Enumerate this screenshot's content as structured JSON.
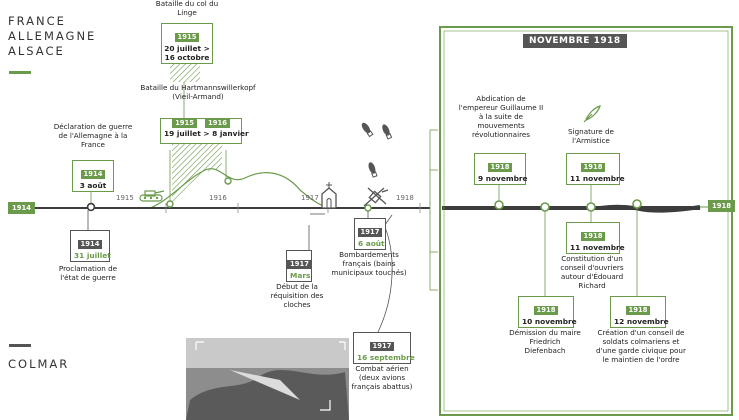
{
  "regions": {
    "top": [
      "FRANCE",
      "ALLEMAGNE",
      "ALSACE"
    ],
    "bottom": "COLMAR"
  },
  "timeline": {
    "start_tag": "1914",
    "end_tag": "1918",
    "years": [
      "1915",
      "1916",
      "1917",
      "1918"
    ]
  },
  "events_top": {
    "linge": {
      "title": "Bataille du col du Linge",
      "year": "1915",
      "date": "20 juillet > 16 octobre"
    },
    "hartmann": {
      "title": "Bataille du Hartmannswillerkopf (Vieil-Armand)",
      "year1": "1915",
      "year2": "1916",
      "date": "19 juillet > 8 janvier"
    },
    "declaration": {
      "title": "Déclaration de guerre de l'Allemagne à la France",
      "year": "1914",
      "date": "3 août"
    }
  },
  "events_bottom": {
    "proclamation": {
      "year": "1914",
      "date": "31 juillet",
      "title": "Proclamation de l'état de guerre"
    },
    "requisition": {
      "year": "1917",
      "date": "Mars",
      "title": "Début de la réquisition des cloches"
    },
    "bombardements": {
      "year": "1917",
      "date": "6 août",
      "title": "Bombardements français (bains municipaux touchés)"
    },
    "combat": {
      "year": "1917",
      "date": "16 septembre",
      "title": "Combat aérien (deux avions français abattus)"
    }
  },
  "panel": {
    "title": "NOVEMBRE 1918",
    "abdication": {
      "title": "Abdication de l'empereur Guillaume II à la suite de mouvements révolutionnaires",
      "year": "1918",
      "date": "9 novembre"
    },
    "armistice": {
      "title": "Signature de l'Armistice",
      "year": "1918",
      "date": "11 novembre"
    },
    "conseil_ouvriers": {
      "year": "1918",
      "date": "11 novembre",
      "title": "Constitution d'un conseil d'ouvriers autour d'Édouard Richard"
    },
    "demission": {
      "year": "1918",
      "date": "10 novembre",
      "title": "Démission du maire Friedrich Diefenbach"
    },
    "conseil_soldats": {
      "year": "1918",
      "date": "12 novembre",
      "title": "Création d'un conseil de soldats colmariens et d'une garde civique pour le maintien de l'ordre"
    }
  },
  "colors": {
    "green": "#6a9a4a",
    "gray": "#555555",
    "line": "#3c3c3c"
  }
}
